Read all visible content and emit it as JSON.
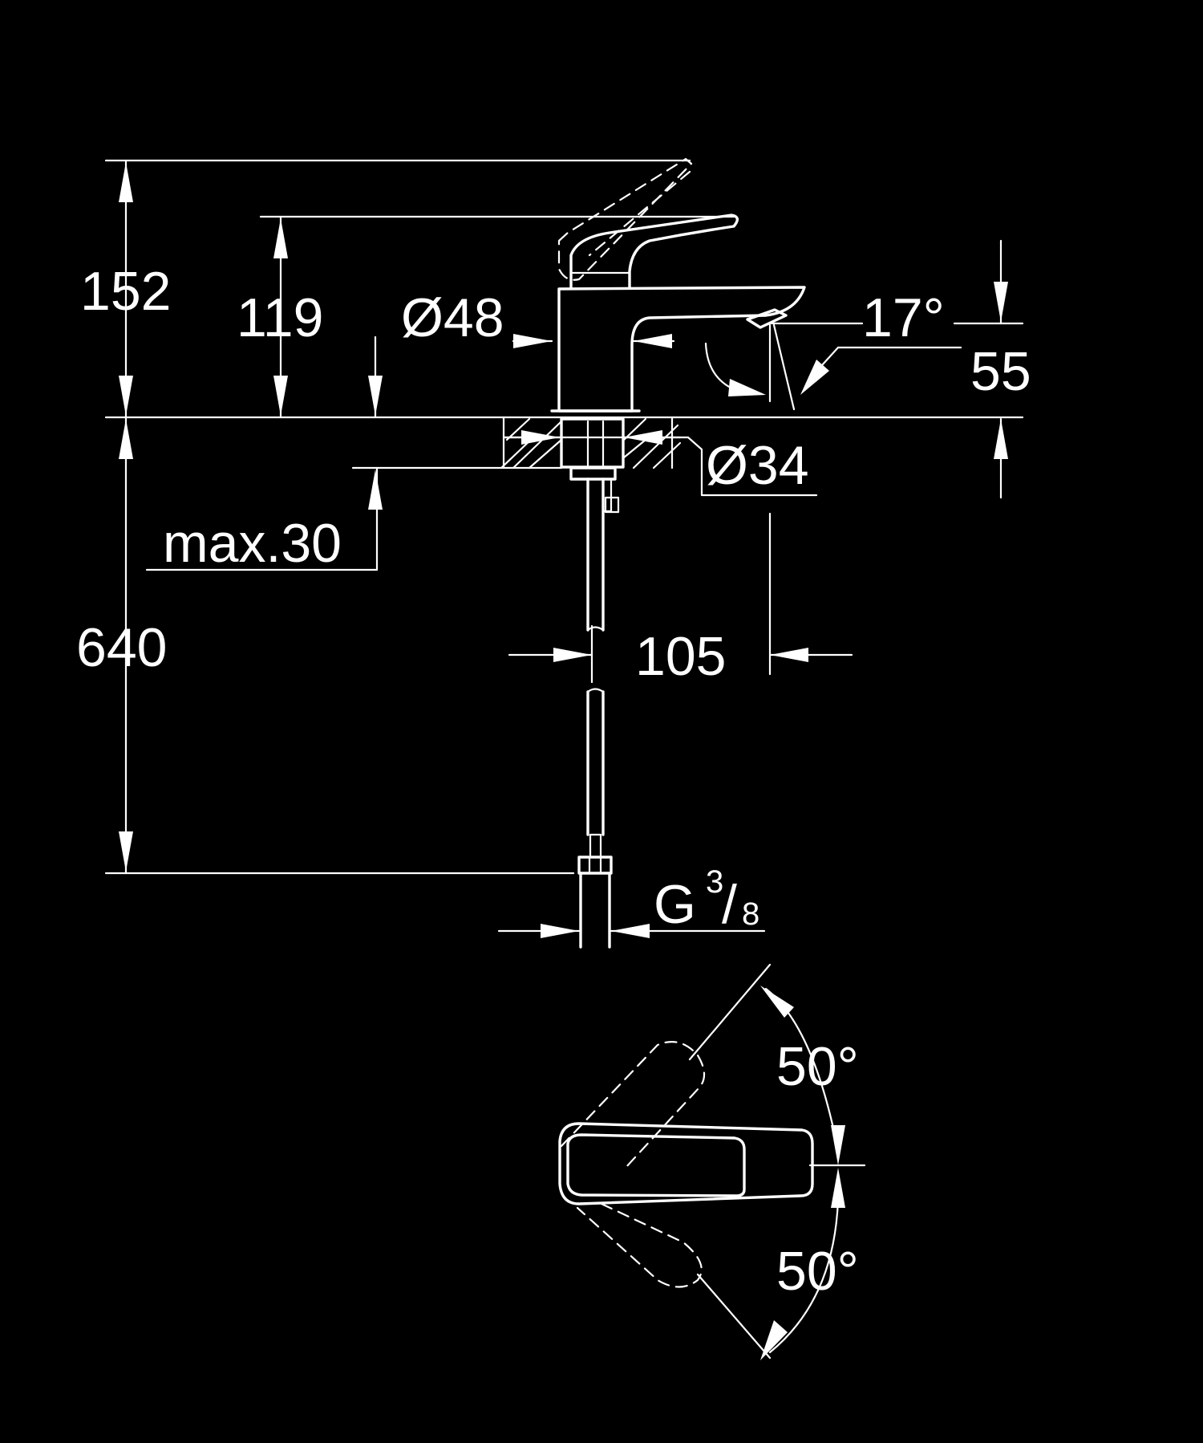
{
  "colors": {
    "background": "#000000",
    "line": "#ffffff"
  },
  "side_view": {
    "dimensions": {
      "total_height": "152",
      "spout_height": "119",
      "mixer_diameter": "Ø48",
      "spout_angle": "17°",
      "outlet_height": "55",
      "hole_diameter": "Ø34",
      "max_deck": "max.30",
      "hose_length": "640",
      "projection": "105",
      "connection_thread": "G",
      "thread_numerator": "3",
      "thread_slash": "/",
      "thread_denominator": "8"
    }
  },
  "top_view": {
    "rotation_angles": {
      "left": "50°",
      "right": "50°"
    }
  }
}
